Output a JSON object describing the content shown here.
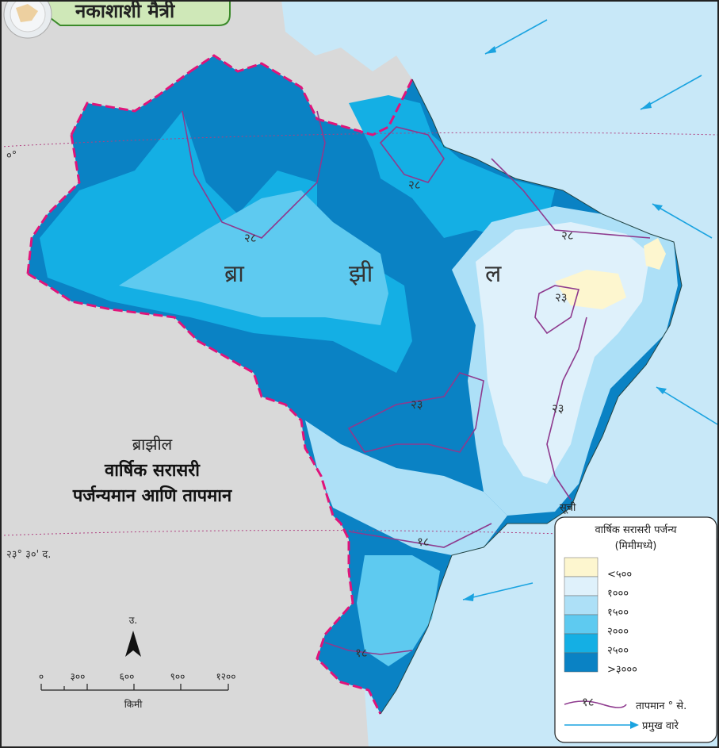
{
  "banner": {
    "title": "नकाशाशी मैत्री"
  },
  "map_title": {
    "line1": "ब्राझील",
    "line2": "वार्षिक सरासरी",
    "line3": "पर्जन्यमान आणि तापमान"
  },
  "country_letters": [
    "ब्रा",
    "झी",
    "ल"
  ],
  "latitudes": {
    "equator": "०°",
    "tropic": "२३° ३०' द."
  },
  "isotherm_labels": [
    "२८",
    "२८",
    "२८",
    "२३",
    "२३",
    "२३",
    "१८",
    "१८"
  ],
  "north": {
    "label": "उ."
  },
  "scale": {
    "ticks": [
      "०",
      "३००",
      "६००",
      "९००",
      "१२००"
    ],
    "unit": "किमी"
  },
  "legend": {
    "heading": "सूची",
    "title": "वार्षिक सरासरी पर्जन्य",
    "subtitle": "(मिमीमध्ये)",
    "classes": [
      {
        "label": "<५००",
        "color": "#fdf6cf"
      },
      {
        "label": "१०००",
        "color": "#dff1fb"
      },
      {
        "label": "१५००",
        "color": "#ade0f7"
      },
      {
        "label": "२०००",
        "color": "#5ecaf0"
      },
      {
        "label": "२५००",
        "color": "#14afe4"
      },
      {
        "label": ">३०००",
        "color": "#0a82c4"
      }
    ],
    "isotherm_sample": "१८",
    "isotherm_label": "तापमान ° से.",
    "wind_label": "प्रमुख वारे"
  },
  "colors": {
    "ocean": "#c8e8f8",
    "neighbor_land": "#d9d9d9",
    "border": "#e0147a",
    "isotherm": "#8e3a8e",
    "wind": "#1aa3e0"
  }
}
